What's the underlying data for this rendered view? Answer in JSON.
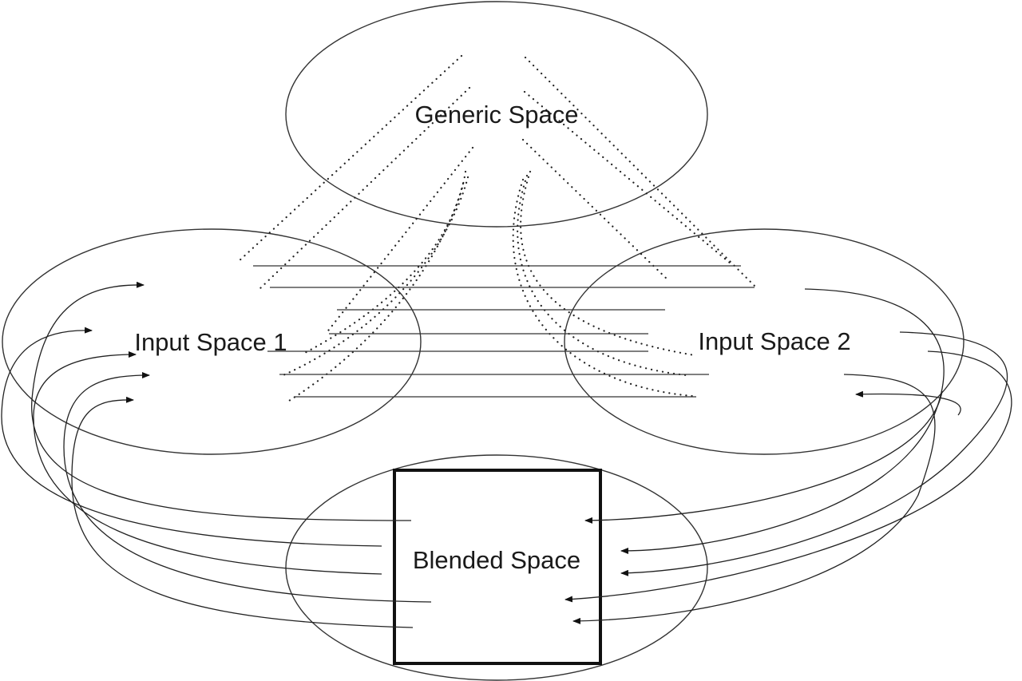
{
  "diagram": {
    "title": "Conceptual blending network",
    "spaces": {
      "generic": {
        "label": "Generic Space"
      },
      "input1": {
        "label": "Input Space 1"
      },
      "input2": {
        "label": "Input Space 2"
      },
      "blend": {
        "label": "Blended Space"
      }
    },
    "connections": {
      "cross_space_mappings": 7,
      "generic_to_input1_projections": 6,
      "generic_to_input2_projections": 6,
      "input1_to_blend_projections": 5,
      "input2_to_blend_projections": 5
    },
    "colors": {
      "stroke": "#333333",
      "text": "#1a1a1a",
      "background": "#ffffff"
    }
  }
}
